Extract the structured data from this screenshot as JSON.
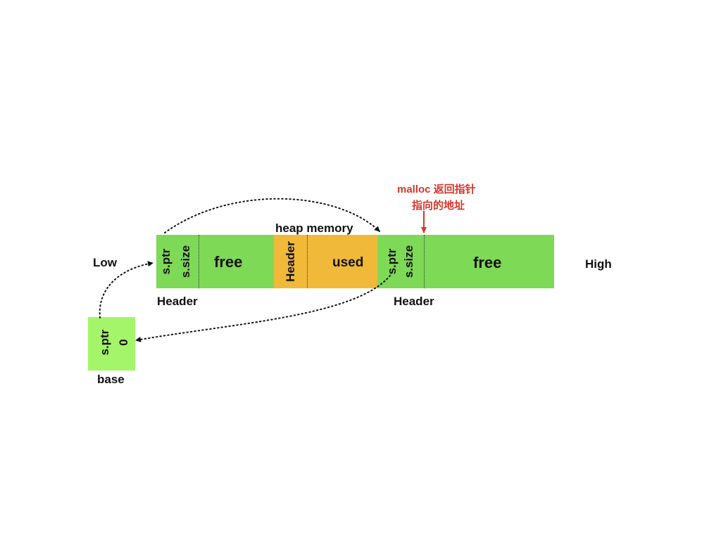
{
  "labels": {
    "low": "Low",
    "high": "High",
    "heap_memory": "heap memory",
    "header_left": "Header",
    "header_right": "Header",
    "base": "base"
  },
  "annotation": {
    "line1": "malloc 返回指针",
    "line2": "指向的地址"
  },
  "blocks": {
    "left_free": {
      "ptr": "s.ptr",
      "size": "s.size",
      "body": "free"
    },
    "used": {
      "header": "Header",
      "body": "used"
    },
    "right_free": {
      "ptr": "s.ptr",
      "size": "s.size",
      "body": "free"
    },
    "base": {
      "ptr": "s.ptr",
      "size": "0"
    }
  },
  "colors": {
    "free": "#7ed957",
    "used": "#f0b93a",
    "base": "#a5f56a",
    "annotation": "#d6362b"
  }
}
